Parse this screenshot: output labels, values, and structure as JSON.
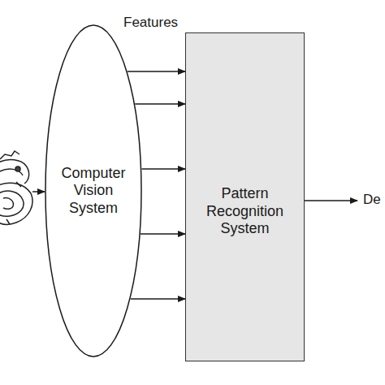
{
  "diagram": {
    "nodes": [
      {
        "text": [
          "Computer Vision System"
        ]
      },
      {
        "text": [
          "Pattern Recognition System"
        ]
      }
    ],
    "edges": [
      {
        "from": 0,
        "to": 1,
        "arrow": "to"
      },
      {
        "from": 0,
        "to": 1,
        "arrow": "to"
      },
      {
        "from": 0,
        "to": 1,
        "arrow": "to"
      },
      {
        "from": 0,
        "to": 1,
        "arrow": "to"
      },
      {
        "from": 0,
        "to": 1,
        "arrow": "to"
      }
    ],
    "labels": [
      "Features",
      "De"
    ]
  }
}
